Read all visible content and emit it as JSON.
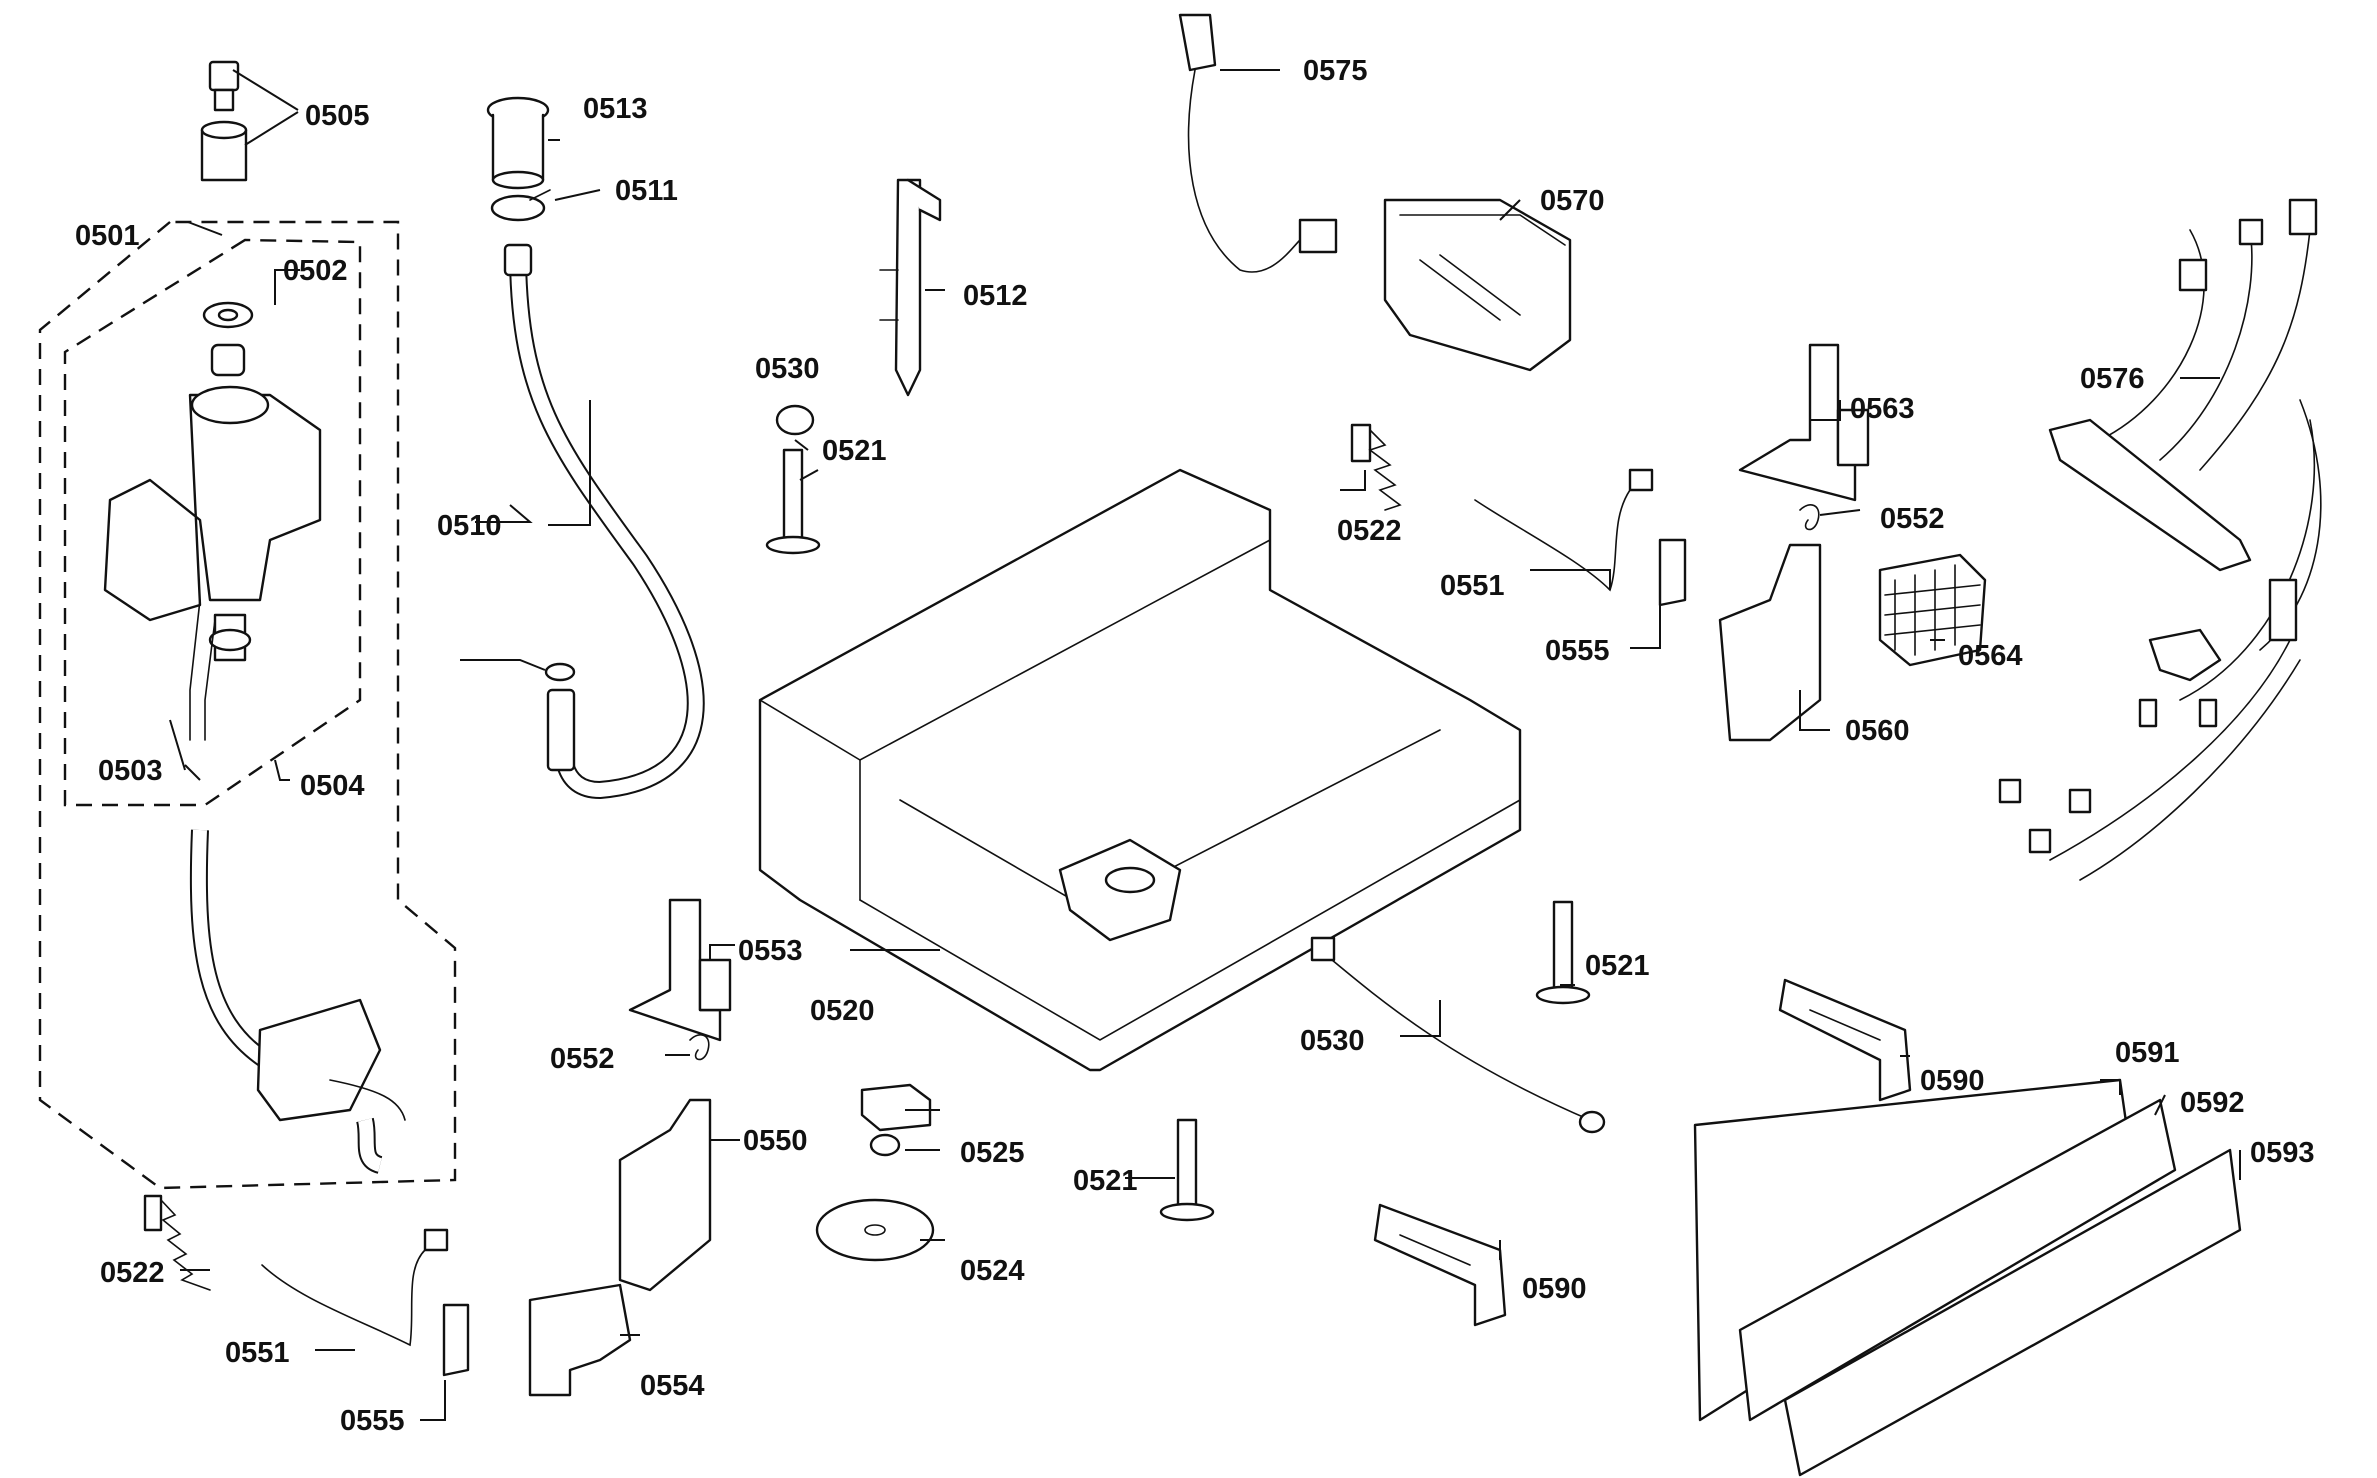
{
  "callouts": {
    "c0501": "0501",
    "c0502": "0502",
    "c0503": "0503",
    "c0504": "0504",
    "c0505": "0505",
    "c0510": "0510",
    "c0511": "0511",
    "c0512": "0512",
    "c0513": "0513",
    "c0520": "0520",
    "c0521a": "0521",
    "c0521b": "0521",
    "c0521c": "0521",
    "c0522a": "0522",
    "c0522b": "0522",
    "c0524": "0524",
    "c0525": "0525",
    "c0530a": "0530",
    "c0530b": "0530",
    "c0550": "0550",
    "c0551a": "0551",
    "c0551b": "0551",
    "c0552a": "0552",
    "c0552b": "0552",
    "c0553": "0553",
    "c0554": "0554",
    "c0555a": "0555",
    "c0555b": "0555",
    "c0560": "0560",
    "c0563": "0563",
    "c0564": "0564",
    "c0570": "0570",
    "c0575": "0575",
    "c0576": "0576",
    "c0590a": "0590",
    "c0590b": "0590",
    "c0591": "0591",
    "c0592": "0592",
    "c0593": "0593"
  }
}
